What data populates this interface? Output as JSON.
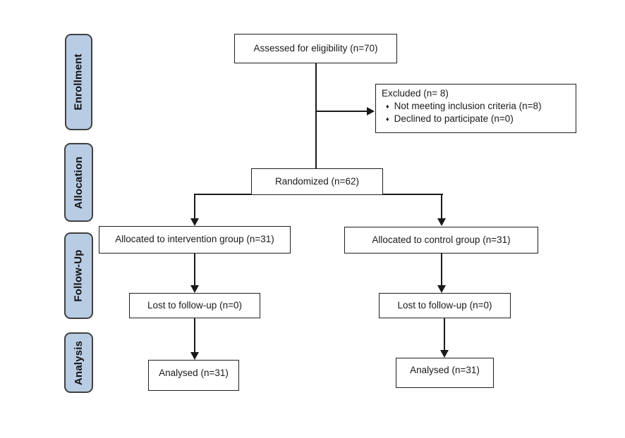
{
  "stages": [
    {
      "label": "Enrollment"
    },
    {
      "label": "Allocation"
    },
    {
      "label": "Follow-Up"
    },
    {
      "label": "Analysis"
    }
  ],
  "boxes": {
    "assessed": "Assessed for eligibility (n=70)",
    "randomized": "Randomized (n=62)",
    "allocated_intervention": "Allocated to intervention group (n=31)",
    "allocated_control": "Allocated to control group (n=31)",
    "lost_intervention": "Lost to follow-up (n=0)",
    "lost_control": "Lost to follow-up (n=0)",
    "analysed_intervention": "Analysed (n=31)",
    "analysed_control": "Analysed (n=31)"
  },
  "excluded": {
    "title": "Excluded (n= 8)",
    "bullet_char": "♦",
    "items": [
      "Not meeting inclusion criteria (n=8)",
      "Declined to participate (n=0)"
    ]
  },
  "colors": {
    "stage_fill": "#b8cce4",
    "stage_border": "#404040",
    "box_border": "#1f1f1f",
    "connector": "#1a1a1a",
    "text": "#1a1a1a",
    "background": "#ffffff"
  }
}
